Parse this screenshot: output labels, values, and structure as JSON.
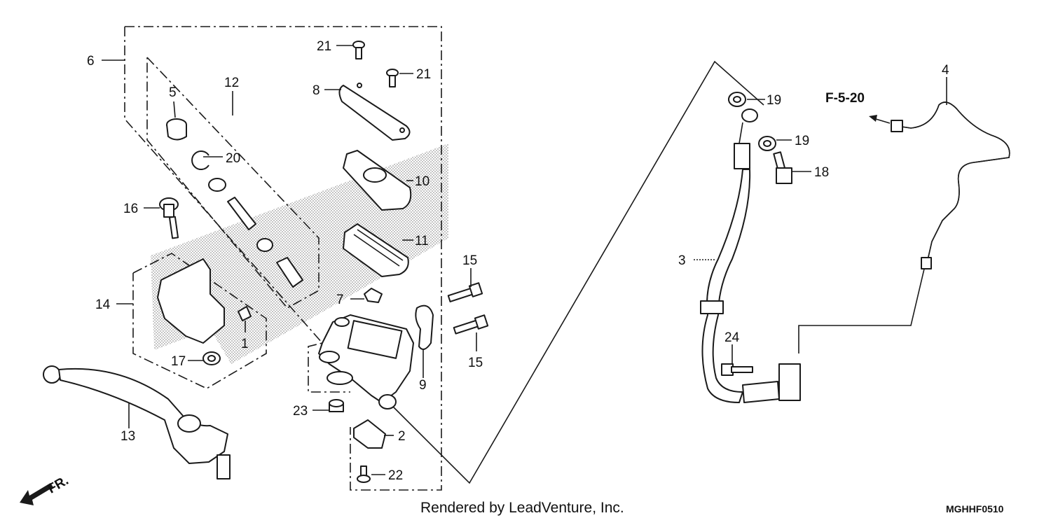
{
  "diagram": {
    "callouts": {
      "c1": "1",
      "c2": "2",
      "c3": "3",
      "c4": "4",
      "c5": "5",
      "c6": "6",
      "c7": "7",
      "c8": "8",
      "c9": "9",
      "c10": "10",
      "c11": "11",
      "c12": "12",
      "c13": "13",
      "c14": "14",
      "c15a": "15",
      "c15b": "15",
      "c16": "16",
      "c17": "17",
      "c18": "18",
      "c19a": "19",
      "c19b": "19",
      "c20": "20",
      "c21a": "21",
      "c21b": "21",
      "c22": "22",
      "c23": "23",
      "c24": "24"
    },
    "reference": "F-5-20",
    "direction_label": "FR.",
    "footer_credit": "Rendered by LeadVenture, Inc.",
    "diagram_code": "MGHHF0510"
  }
}
